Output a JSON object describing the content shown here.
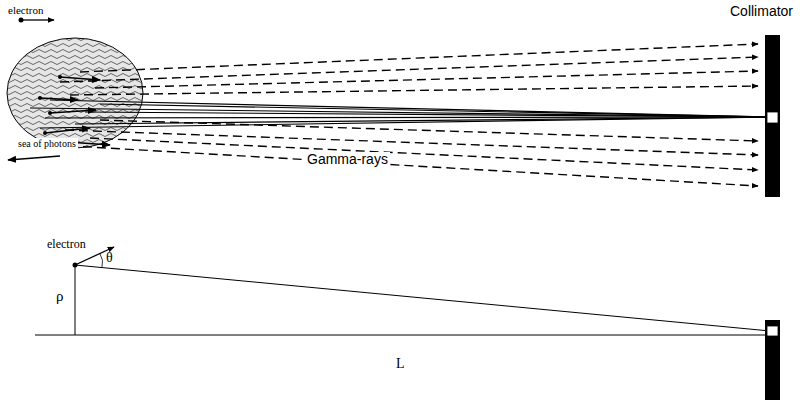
{
  "diagram": {
    "labels": [
      "electron",
      "sea of photons",
      "Gamma-rays",
      "Collimator",
      "electron",
      "θ",
      "ρ",
      "L"
    ]
  }
}
